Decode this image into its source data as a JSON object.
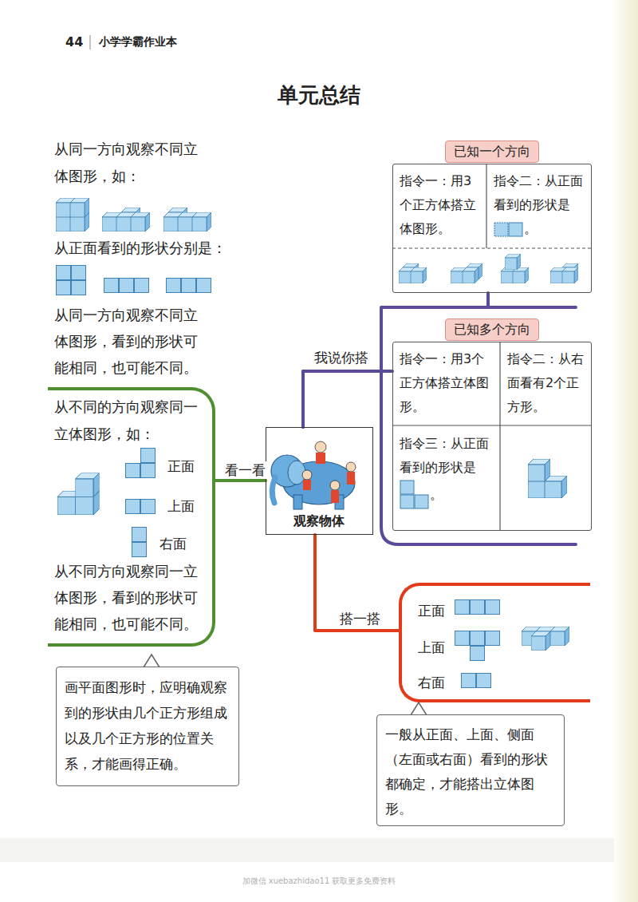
{
  "diagram": {
    "title": "单元总结",
    "nodes": [
      {
        "text": [
          "观察物体"
        ]
      },
      {
        "text": [
          "从不同的方向观察同一立体图形，如：",
          "正面",
          "上面",
          "右面",
          "从不同方向观察同一立体图形，看到的形状可能相同，也可能不同。"
        ]
      },
      {
        "text": [
          "画平面图形时，应明确观察到的形状由几个正方形组成以及几个正方形的位置关系，才能画得正确。"
        ]
      },
      {
        "text": [
          "已知一个方向",
          "指令一：用3个正方体搭立体图形。",
          "指令二：从正面看到的形状是",
          "。"
        ]
      },
      {
        "text": [
          "已知多个方向",
          "指令一：用3个正方体搭立体图形。",
          "指令二：从右面看有2个正方形。",
          "指令三：从正面看到的形状是",
          "。"
        ]
      },
      {
        "text": [
          "正面",
          "上面",
          "右面"
        ]
      },
      {
        "text": [
          "一般从正面、上面、侧面（左面或右面）看到的形状都确定，才能搭出立体图形。"
        ]
      }
    ],
    "edges": [
      {
        "from": 0,
        "to": 1,
        "label": "看一看",
        "arrow": "none"
      },
      {
        "from": 0,
        "to": 3,
        "label": "我说你搭",
        "arrow": "none"
      },
      {
        "from": 0,
        "to": 4,
        "arrow": "none"
      },
      {
        "from": 0,
        "to": 5,
        "label": "搭一搭",
        "arrow": "none"
      }
    ],
    "labels": [
      "44",
      "小学学霸作业本",
      "从同一方向观察不同立体图形，如：",
      "从正面看到的形状分别是：",
      "从同一方向观察不同立体图形，看到的形状可能相同，也可能不同。",
      "加微信 xuebazhidao11 获取更多免费资料"
    ]
  }
}
